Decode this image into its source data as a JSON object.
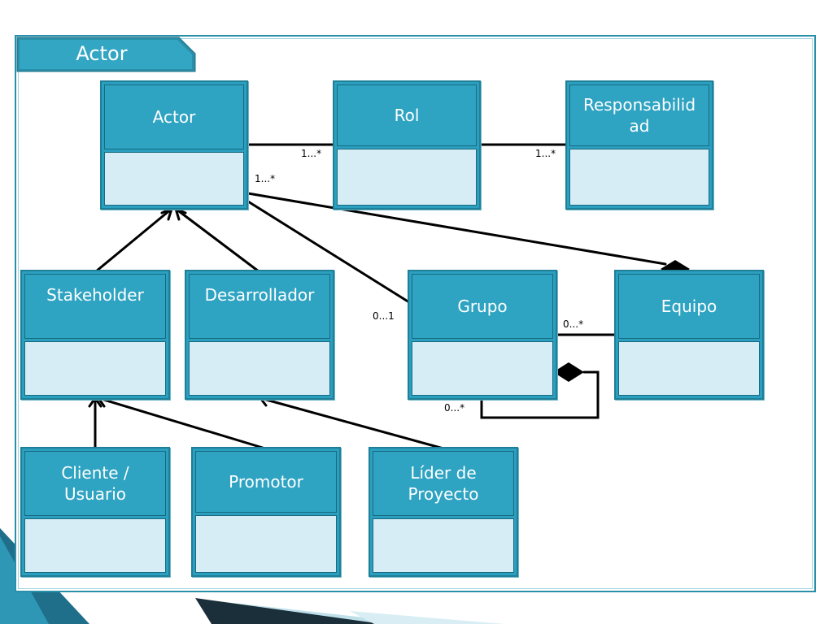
{
  "slide": {
    "title": "Actor"
  },
  "classes": {
    "actor": "Actor",
    "rol": "Rol",
    "responsabilidad": "Responsabilid ad",
    "stakeholder": "Stakeholder",
    "desarrollador": "Desarrollador",
    "grupo": "Grupo",
    "equipo": "Equipo",
    "cliente": "Cliente / Usuario",
    "promotor": "Promotor",
    "lider": "Líder de Proyecto"
  },
  "multiplicities": {
    "actor_rol": "1...*",
    "rol_responsabilidad": "1...*",
    "actor_grupo_source": "1...*",
    "actor_grupo_target": "0...1",
    "grupo_equipo": "0...*",
    "grupo_self": "0...*"
  },
  "colors": {
    "frame": "#2a8fa8",
    "class_header": "#2ea3c2",
    "class_body": "#d6edf5",
    "line": "#000000"
  }
}
